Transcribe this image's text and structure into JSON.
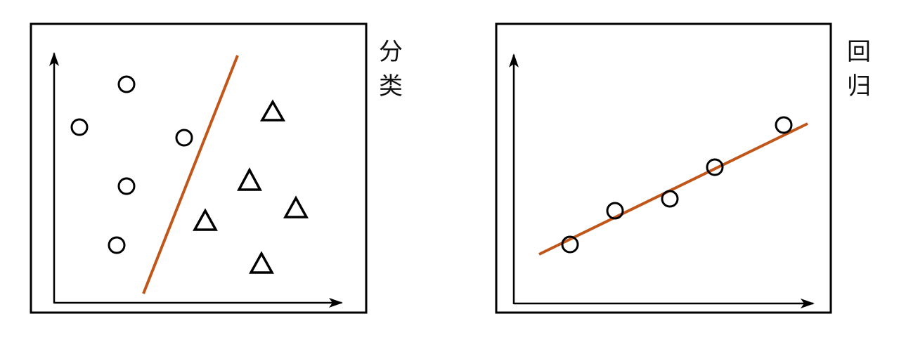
{
  "panels": [
    {
      "title_chars": [
        "分",
        "类"
      ]
    },
    {
      "title_chars": [
        "回",
        "归"
      ]
    }
  ],
  "colors": {
    "frame": "#000000",
    "marker": "#000000",
    "line": "#c0561a",
    "background": "#ffffff"
  },
  "icons": [
    "circle-marker",
    "triangle-marker",
    "arrowhead"
  ]
}
